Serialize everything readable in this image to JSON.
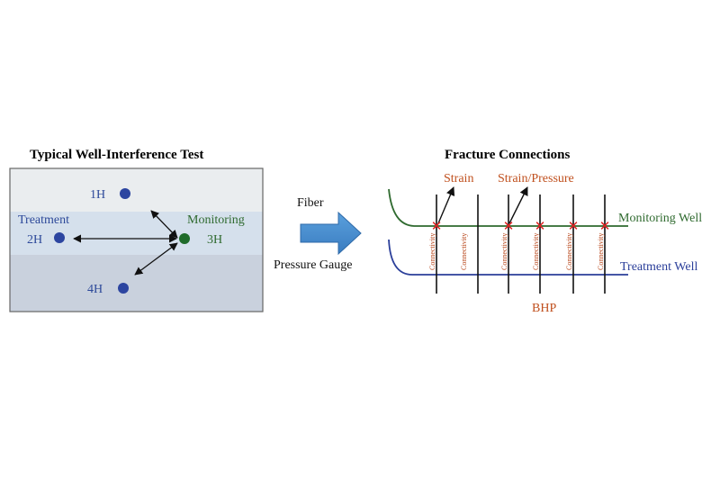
{
  "left_panel": {
    "title": "Typical Well-Interference Test",
    "wells": {
      "w1": "1H",
      "w2": "2H",
      "w3": "3H",
      "w4": "4H"
    },
    "treatment_label": "Treatment",
    "monitoring_label": "Monitoring"
  },
  "middle": {
    "fiber_label": "Fiber",
    "gauge_label": "Pressure Gauge"
  },
  "right_panel": {
    "title": "Fracture Connections",
    "strain_label": "Strain",
    "strain_pressure_label": "Strain/Pressure",
    "monitoring_well_label": "Monitoring Well",
    "treatment_well_label": "Treatment Well",
    "bhp_label": "BHP",
    "connectivity_label": "Connectivity"
  },
  "colors": {
    "blue_text": "#2e4a9a",
    "green_text": "#2f6a2f",
    "orange_text": "#c0501e",
    "well_dot": "#2c45a0",
    "monitor_dot": "#1f6b2a",
    "arrow_fill": "#4a8fd0",
    "red_x": "#e02020"
  }
}
